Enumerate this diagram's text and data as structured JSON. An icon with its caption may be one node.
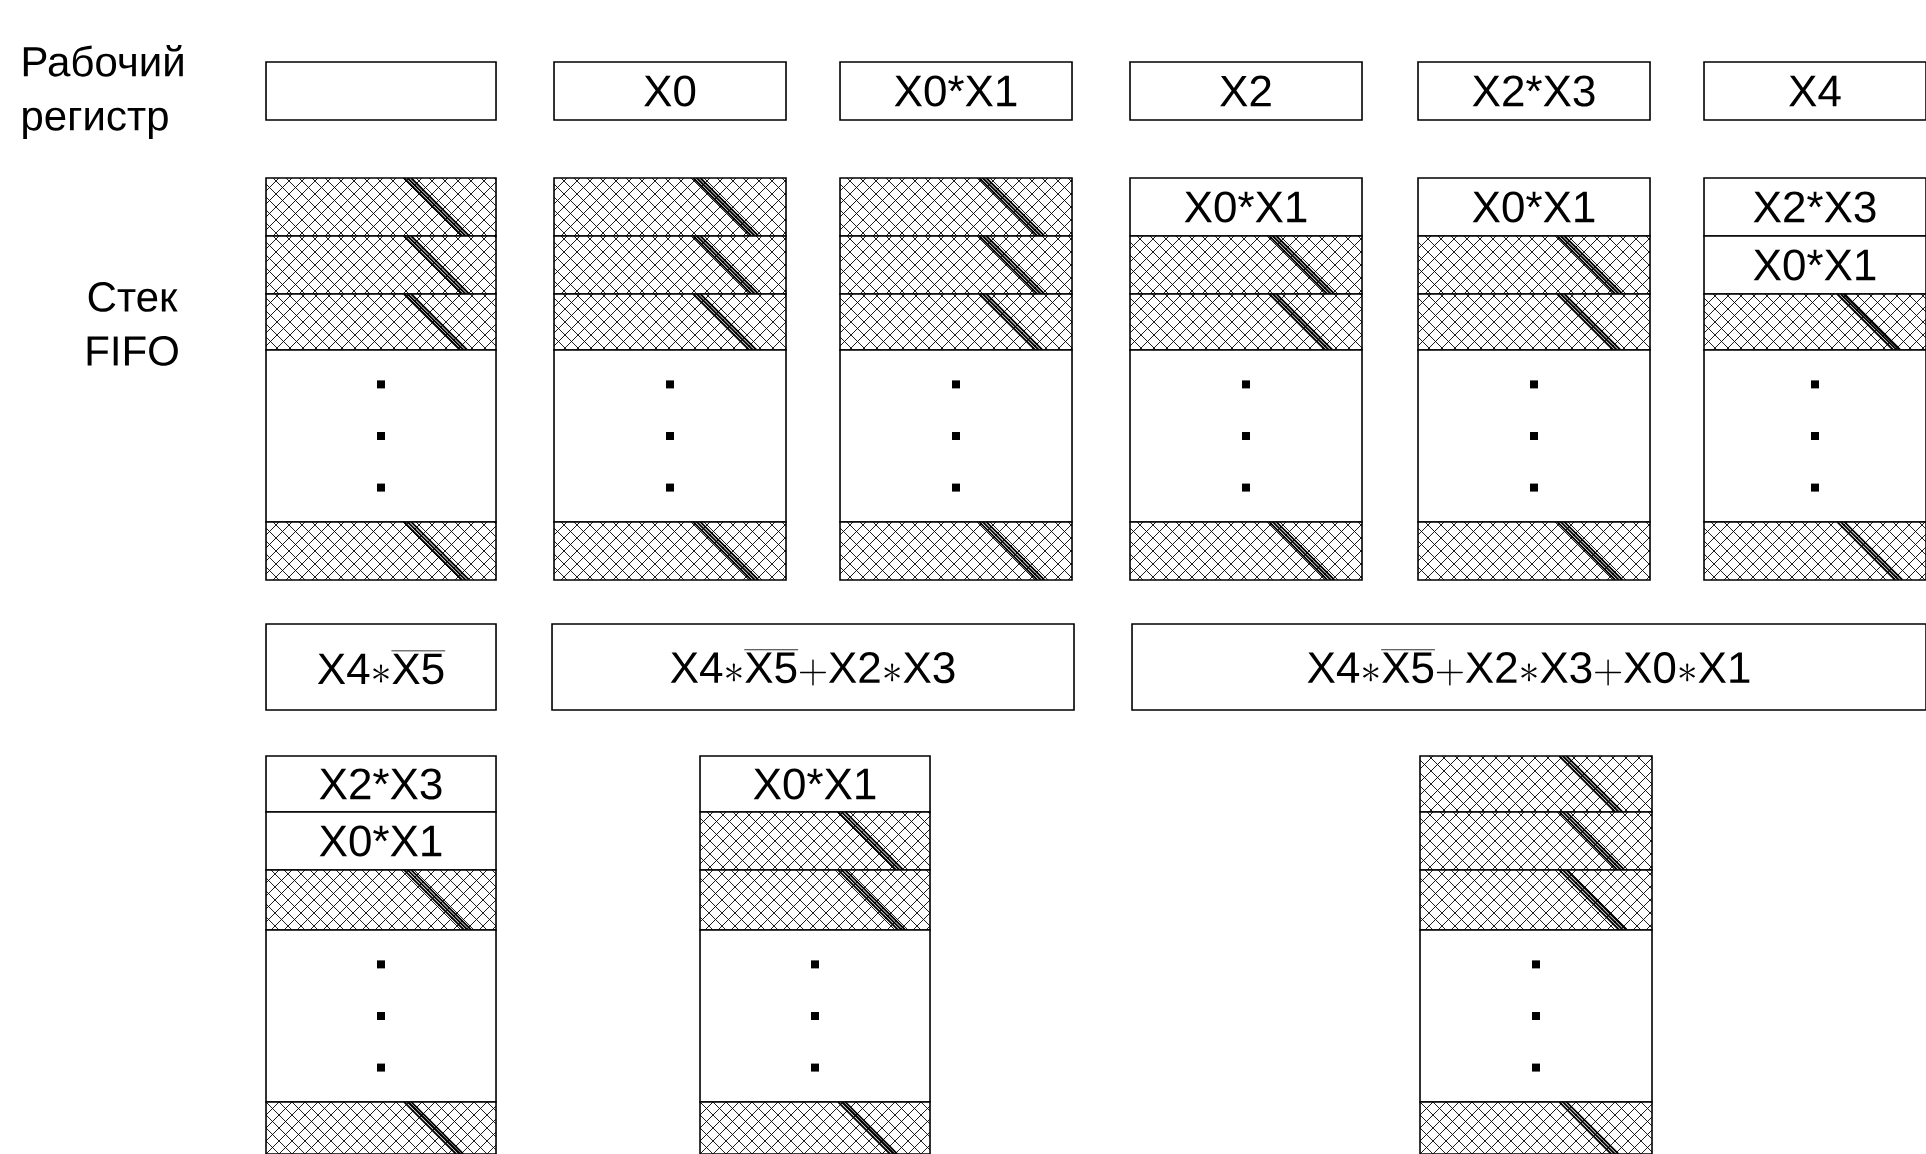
{
  "diagram": {
    "nodes": [
      {
        "text": [],
        "shape": "box"
      },
      {
        "text": [
          "X0"
        ]
      },
      {
        "text": [
          "X0*X1"
        ]
      },
      {
        "text": [
          "X2"
        ]
      },
      {
        "text": [
          "X2*X3"
        ]
      },
      {
        "text": [
          "X4"
        ]
      },
      {
        "text": [],
        "shape": "box"
      },
      {
        "text": [],
        "shape": "box"
      },
      {
        "text": [],
        "shape": "box"
      },
      {
        "text": [],
        "shape": "box"
      },
      {
        "text": [],
        "shape": "box"
      },
      {
        "text": [],
        "shape": "box"
      },
      {
        "text": [],
        "shape": "box"
      },
      {
        "text": [],
        "shape": "box"
      },
      {
        "text": [],
        "shape": "box"
      },
      {
        "text": [],
        "shape": "box"
      },
      {
        "text": [],
        "shape": "box"
      },
      {
        "text": [],
        "shape": "box"
      },
      {
        "text": [],
        "shape": "box"
      },
      {
        "text": [],
        "shape": "box"
      },
      {
        "text": [],
        "shape": "box"
      },
      {
        "text": [
          "X0*X1"
        ]
      },
      {
        "text": [],
        "shape": "box"
      },
      {
        "text": [],
        "shape": "box"
      },
      {
        "text": [],
        "shape": "box"
      },
      {
        "text": [],
        "shape": "box"
      },
      {
        "text": [
          "X0*X1"
        ]
      },
      {
        "text": [],
        "shape": "box"
      },
      {
        "text": [],
        "shape": "box"
      },
      {
        "text": [],
        "shape": "box"
      },
      {
        "text": [],
        "shape": "box"
      },
      {
        "text": [
          "X2*X3"
        ]
      },
      {
        "text": [
          "X0*X1"
        ]
      },
      {
        "text": [],
        "shape": "box"
      },
      {
        "text": [],
        "shape": "box"
      },
      {
        "text": [],
        "shape": "box"
      },
      {
        "text": [
          "\\mathrm{X4{*}}\\overline{\\mathrm{X5}}"
        ]
      },
      {
        "text": [
          "\\mathrm{X4{*}}\\overline{\\mathrm{X5}}\\mathrm{{+}X2{*}X3}"
        ]
      },
      {
        "text": [
          "\\mathrm{X4{*}}\\overline{\\mathrm{X5}}\\mathrm{{+}X2{*}X3{+}X0{*}X1}"
        ]
      },
      {
        "text": [
          "X2*X3"
        ]
      },
      {
        "text": [
          "X0*X1"
        ]
      },
      {
        "text": [],
        "shape": "box"
      },
      {
        "text": [],
        "shape": "box"
      },
      {
        "text": [],
        "shape": "box"
      },
      {
        "text": [
          "X0*X1"
        ]
      },
      {
        "text": [],
        "shape": "box"
      },
      {
        "text": [],
        "shape": "box"
      },
      {
        "text": [],
        "shape": "box"
      },
      {
        "text": [],
        "shape": "box"
      },
      {
        "text": [],
        "shape": "box"
      },
      {
        "text": [],
        "shape": "box"
      },
      {
        "text": [],
        "shape": "box"
      },
      {
        "text": [],
        "shape": "box"
      },
      {
        "text": [],
        "shape": "box"
      }
    ],
    "labels": [
      "Рабочий регистр",
      "Стек FIFO"
    ]
  }
}
